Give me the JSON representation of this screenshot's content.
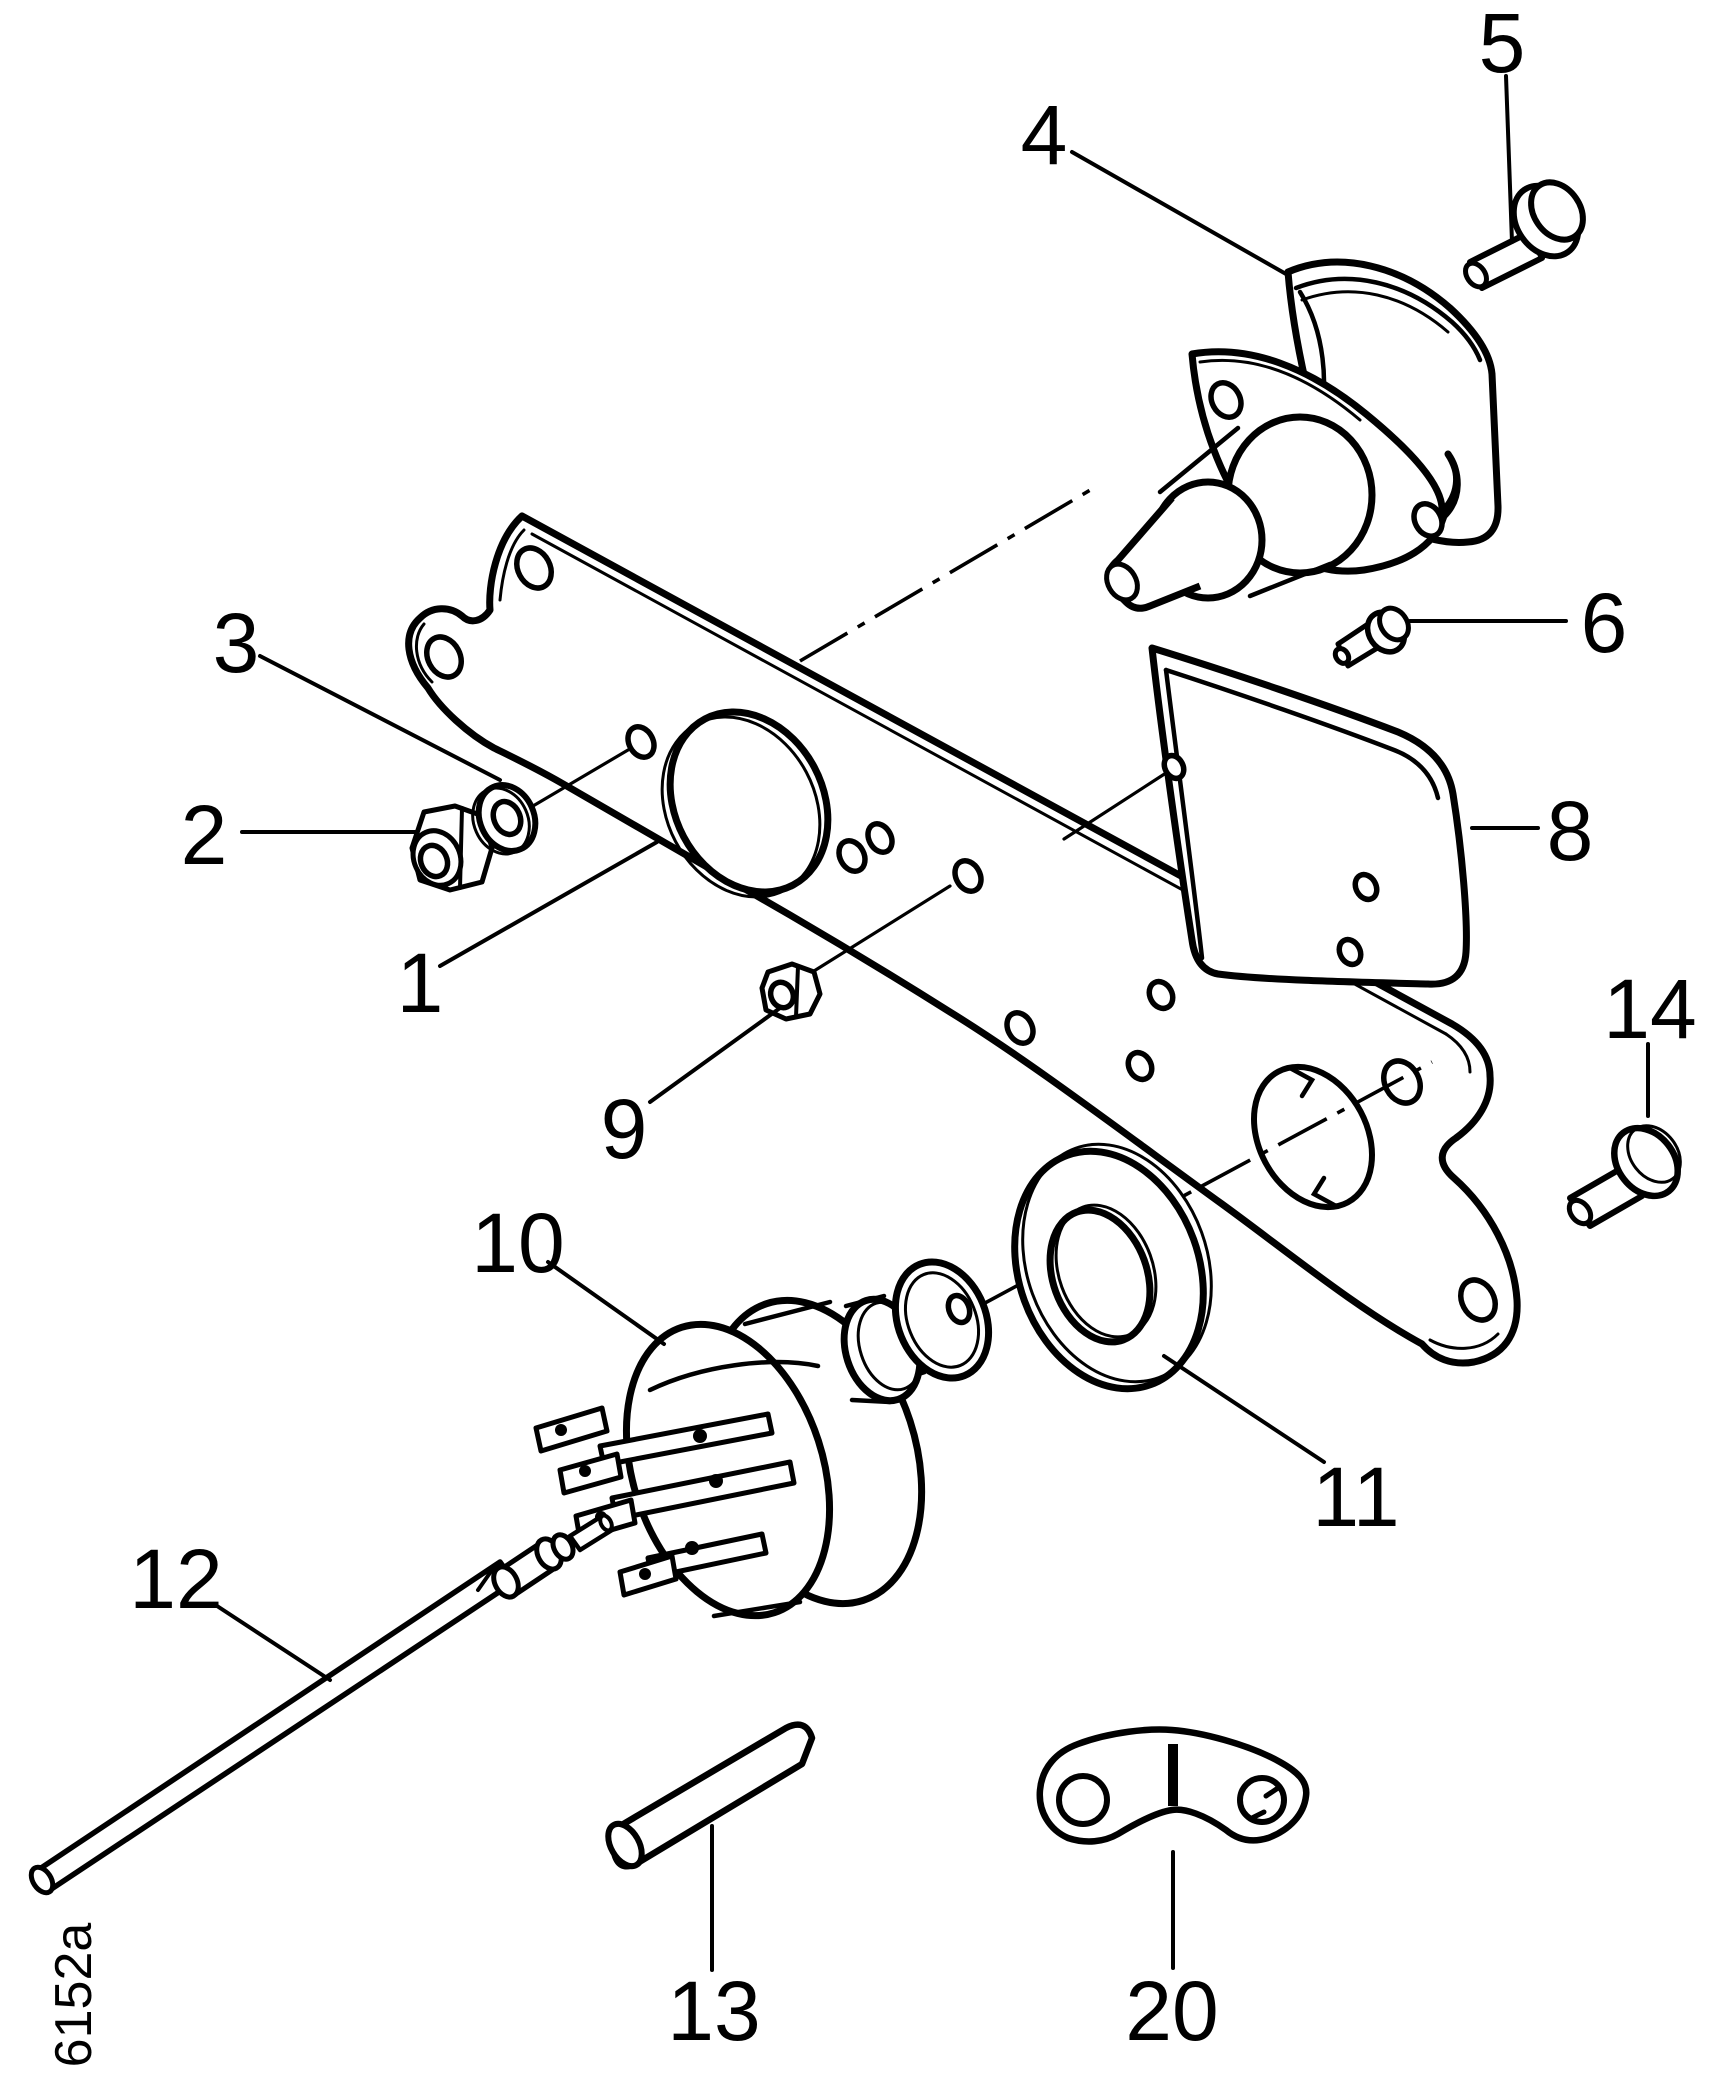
{
  "figure": {
    "drawing_code": "6152a",
    "background_color": "#ffffff",
    "line_color": "#000000"
  },
  "callouts": [
    {
      "label": "1"
    },
    {
      "label": "2"
    },
    {
      "label": "3"
    },
    {
      "label": "4"
    },
    {
      "label": "5"
    },
    {
      "label": "6"
    },
    {
      "label": "8"
    },
    {
      "label": "9"
    },
    {
      "label": "10"
    },
    {
      "label": "11"
    },
    {
      "label": "12"
    },
    {
      "label": "13"
    },
    {
      "label": "14"
    },
    {
      "label": "20"
    }
  ]
}
